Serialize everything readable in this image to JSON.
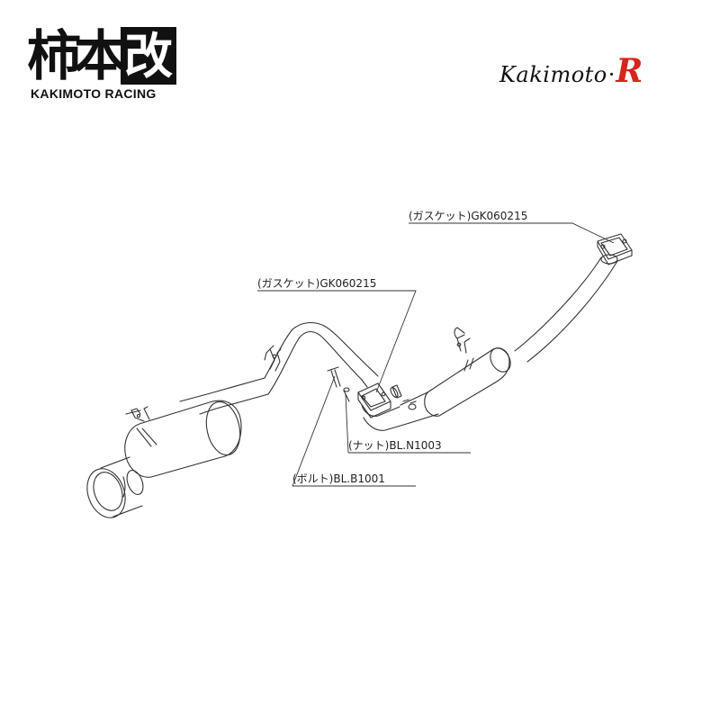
{
  "brand": {
    "kanji_1": "柿",
    "kanji_2": "本",
    "kanji_3": "改",
    "racing": "KAKIMOTO RACING",
    "right_text": "Kakimoto",
    "right_dot": "·",
    "right_r": "R",
    "accent_color": "#d7261b"
  },
  "parts": {
    "gasket_top": "(ガスケット)GK060215",
    "gasket_mid": "(ガスケット)GK060215",
    "nut": "(ナット)BL.N1003",
    "bolt": "(ボルト)BL.B1001"
  }
}
